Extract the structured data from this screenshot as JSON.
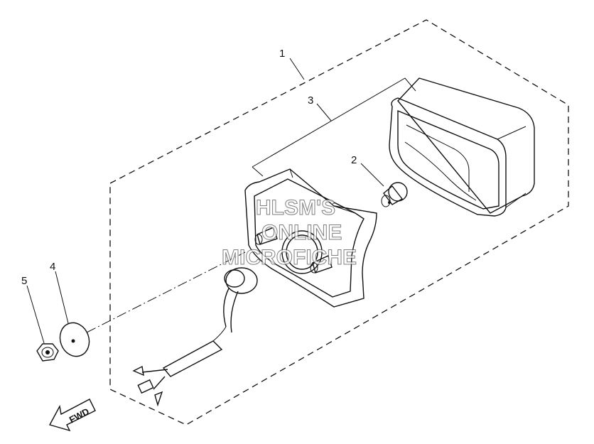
{
  "labels": {
    "part_1": "1",
    "part_2": "2",
    "part_3": "3",
    "part_4": "4",
    "part_5": "5"
  },
  "watermark": {
    "line1": "HLSM'S",
    "line2": "ONLINE",
    "line3": "MICROFICHE"
  },
  "fwd_arrow": {
    "text": "FWD"
  }
}
